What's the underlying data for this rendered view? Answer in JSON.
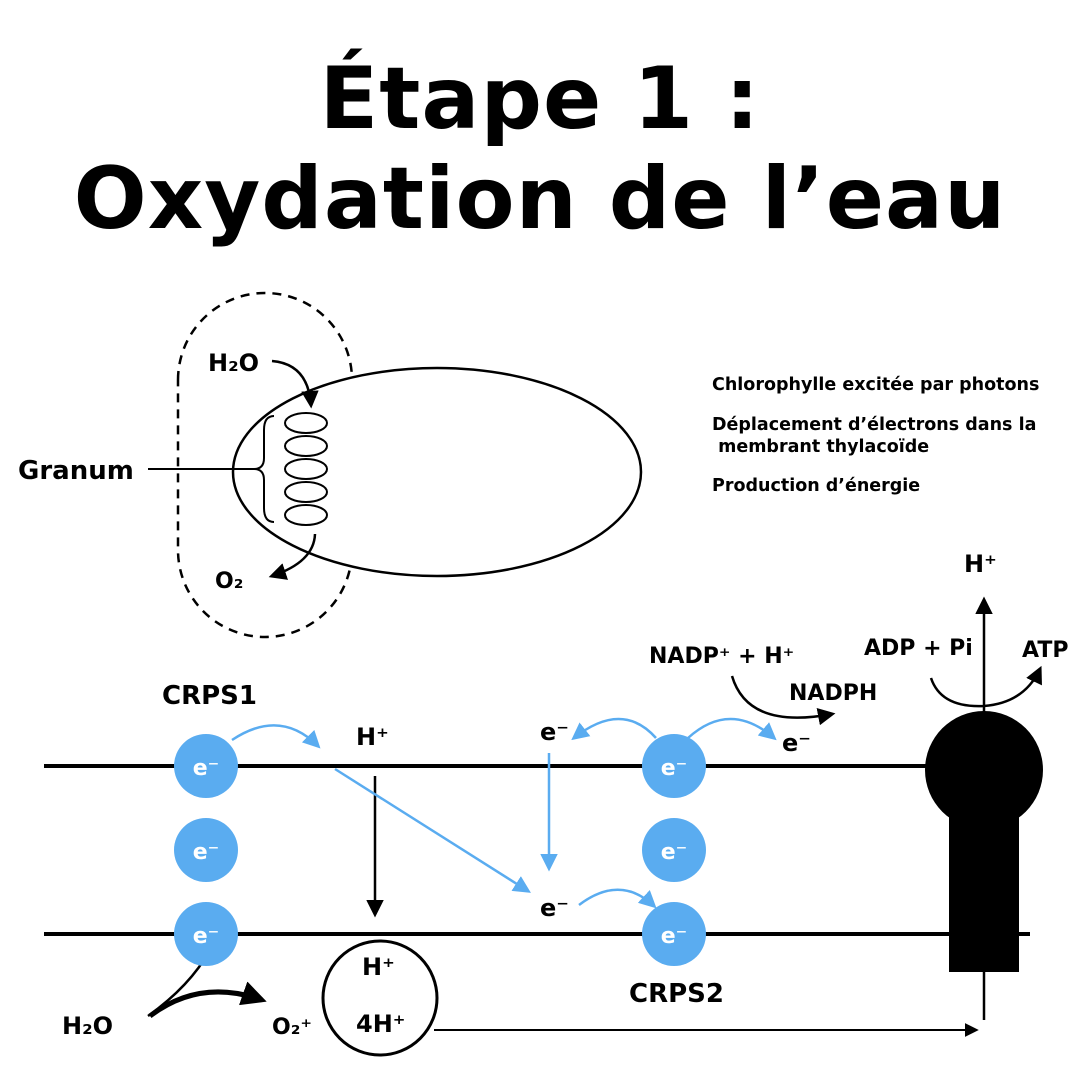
{
  "title": {
    "line1": "Étape 1 :",
    "line2": "Oxydation de l’eau"
  },
  "notes": [
    "Chlorophylle excitée par photons",
    "Déplacement d’électrons dans la\n membrant thylacoïde",
    "Production d’énergie"
  ],
  "chloroplast": {
    "water": "H₂O",
    "granum": "Granum",
    "oxygen": "O₂"
  },
  "membrane": {
    "crps1": "CRPS1",
    "crps2": "CRPS2",
    "electron": "e⁻",
    "proton": "H⁺",
    "four_protons": "4H⁺",
    "water": "H₂O",
    "oxygen": "O₂⁺",
    "nadp": "NADP⁺ + H⁺",
    "nadph": "NADPH",
    "adp": "ADP + Pi",
    "atp": "ATP"
  },
  "colors": {
    "electron_blue": "#5aacf0",
    "black": "#000000"
  }
}
